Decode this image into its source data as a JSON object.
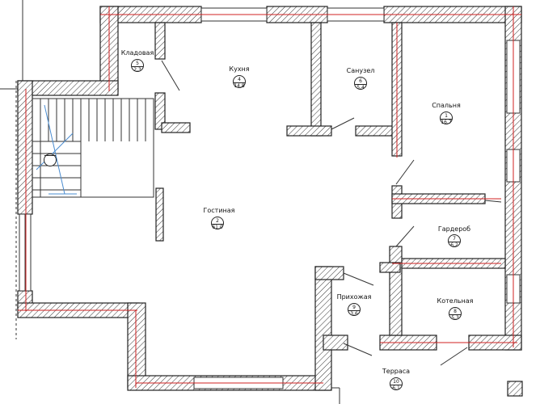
{
  "rooms": [
    {
      "name": "Кладовая",
      "number": "5",
      "area": "2,3"
    },
    {
      "name": "Кухня",
      "number": "4",
      "area": "14,8"
    },
    {
      "name": "Санузел",
      "number": "6",
      "area": "5,4"
    },
    {
      "name": "Спальня",
      "number": "1",
      "area": "16,7"
    },
    {
      "name": "Гостиная",
      "number": "2",
      "area": "61,0"
    },
    {
      "name": "Гардероб",
      "number": "7",
      "area": "6,2"
    },
    {
      "name": "Прихожая",
      "number": "9",
      "area": "3,6"
    },
    {
      "name": "Котельная",
      "number": "8",
      "area": "5,3"
    },
    {
      "name": "Терраса",
      "number": "10",
      "area": "6,1"
    }
  ],
  "stair": {
    "number": "",
    "area": ""
  }
}
